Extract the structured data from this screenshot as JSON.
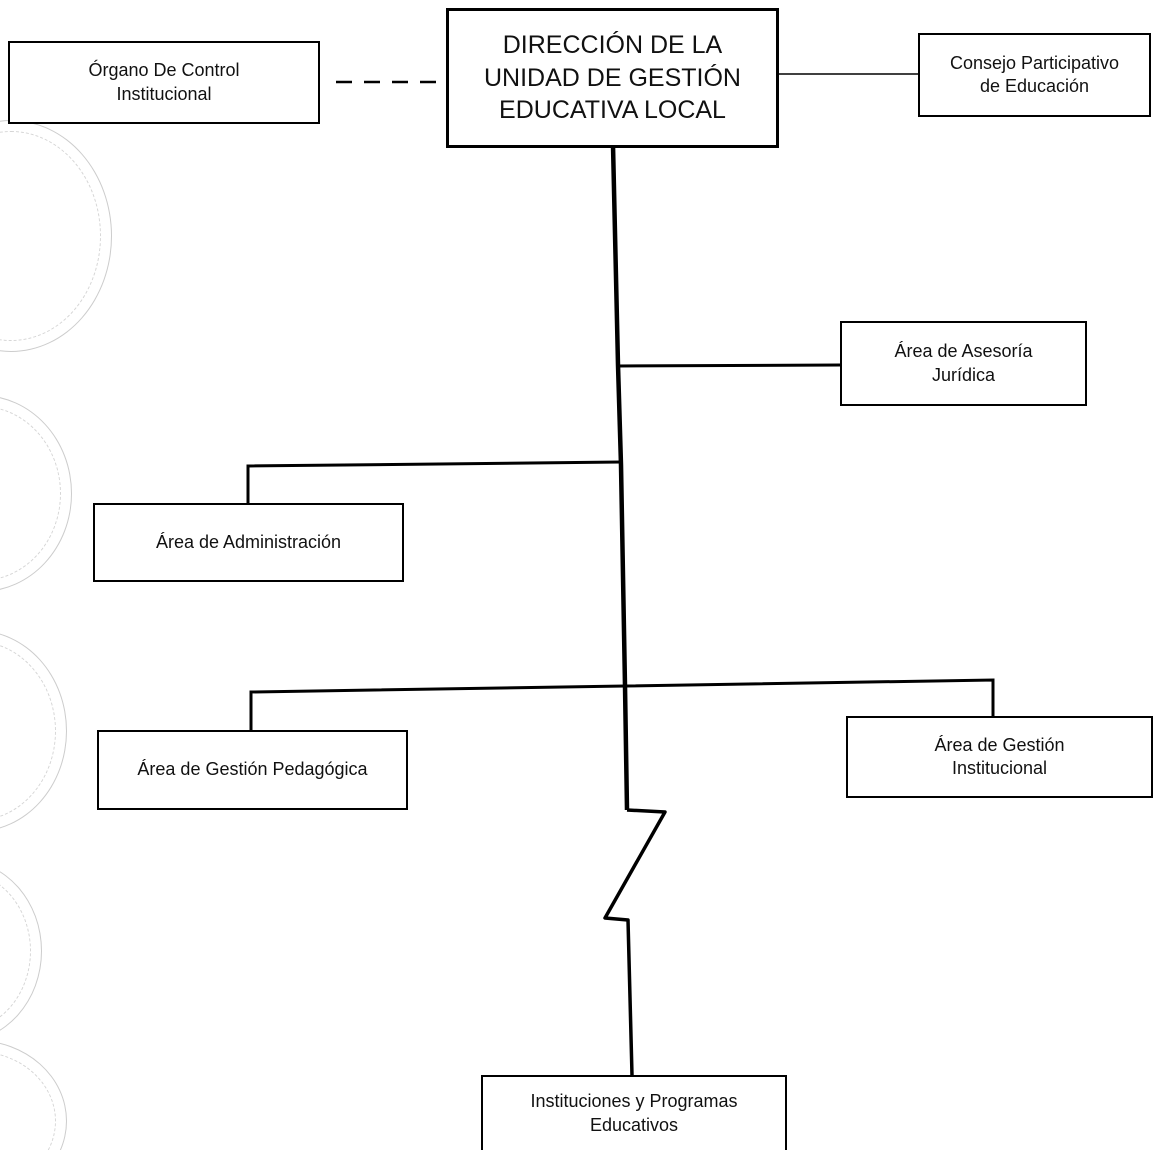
{
  "org_chart": {
    "director": {
      "label": "DIRECCIÓN DE LA\nUNIDAD DE GESTIÓN\nEDUCATIVA LOCAL"
    },
    "control_body": {
      "label": "Órgano De Control\nInstitucional"
    },
    "council": {
      "label": "Consejo Participativo\nde Educación"
    },
    "legal_area": {
      "label": "Área de Asesoría\nJurídica"
    },
    "admin_area": {
      "label": "Área de Administración"
    },
    "pedagogic_area": {
      "label": "Área de Gestión Pedagógica"
    },
    "institutional_area": {
      "label": "Área de Gestión\nInstitucional"
    },
    "institutions": {
      "label": "Instituciones y Programas\nEducativos"
    }
  }
}
